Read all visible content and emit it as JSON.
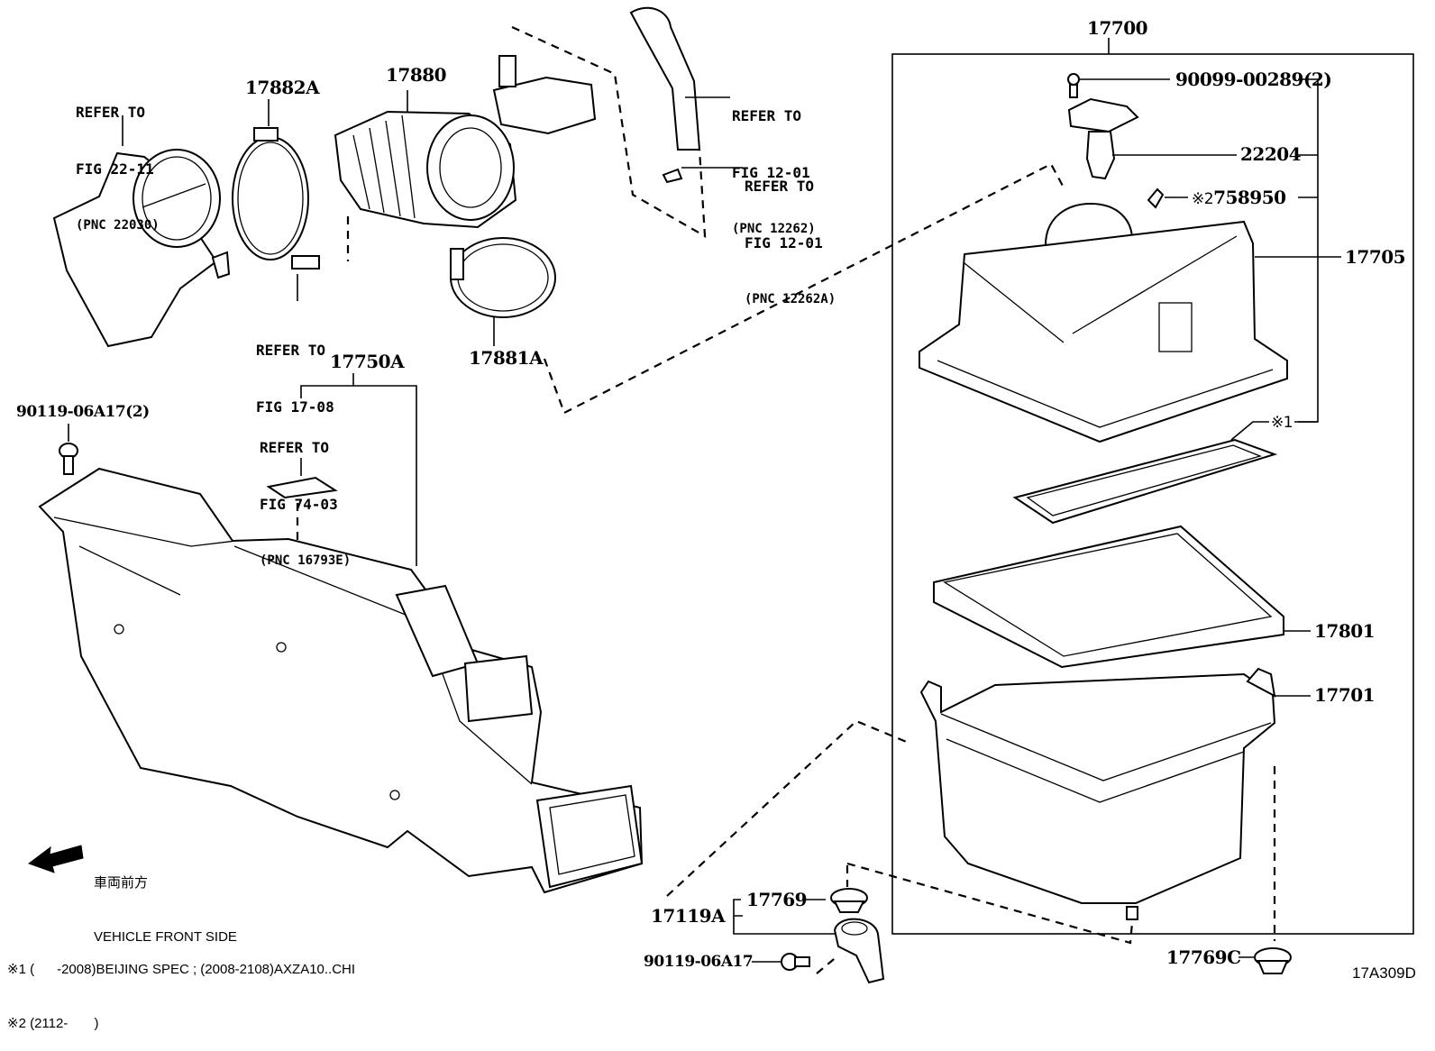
{
  "diagram": {
    "figure_code": "17A309D",
    "direction": {
      "label_jp": "車両前方",
      "label_en": "VEHICLE FRONT SIDE",
      "icon": "arrow-left-icon"
    },
    "parts": [
      {
        "id": "p17700",
        "number": "17700",
        "name": "air-cleaner-assembly"
      },
      {
        "id": "p90099",
        "number": "90099-00289(2)",
        "name": "screw"
      },
      {
        "id": "p22204",
        "number": "22204",
        "name": "mass-air-flow-meter"
      },
      {
        "id": "p758950",
        "number": "758950",
        "prefix": "※2",
        "name": "label"
      },
      {
        "id": "p17705",
        "number": "17705",
        "name": "air-cleaner-cap"
      },
      {
        "id": "pnote1",
        "number": "※1",
        "name": "gasket"
      },
      {
        "id": "p17801",
        "number": "17801",
        "name": "air-filter-element"
      },
      {
        "id": "p17701",
        "number": "17701",
        "name": "air-cleaner-case"
      },
      {
        "id": "p17769C",
        "number": "17769C",
        "name": "grommet"
      },
      {
        "id": "p17882A",
        "number": "17882A",
        "name": "hose-clamp"
      },
      {
        "id": "p17880",
        "number": "17880",
        "name": "intake-hose"
      },
      {
        "id": "p17881A",
        "number": "17881A",
        "name": "hose-clamp"
      },
      {
        "id": "p17750A",
        "number": "17750A",
        "name": "inlet-duct"
      },
      {
        "id": "p90119a",
        "number": "90119-06A17(2)",
        "name": "bolt"
      },
      {
        "id": "p17119A",
        "number": "17119A",
        "name": "bracket-sub-assembly"
      },
      {
        "id": "p17769",
        "number": "17769",
        "name": "grommet"
      },
      {
        "id": "p90119b",
        "number": "90119-06A17",
        "name": "bolt"
      }
    ],
    "references": [
      {
        "line1": "REFER TO",
        "line2": "FIG 22-11",
        "line3": "(PNC 22030)"
      },
      {
        "line1": "REFER TO",
        "line2": "FIG 12-01",
        "line3": "(PNC 12262)"
      },
      {
        "line1": "REFER TO",
        "line2": "FIG 12-01",
        "line3": "(PNC 12262A)"
      },
      {
        "line1": "REFER TO",
        "line2": "FIG 17-08",
        "line3": ""
      },
      {
        "line1": "REFER TO",
        "line2": "FIG 74-03",
        "line3": "(PNC 16793E)"
      }
    ],
    "notes": [
      "※1 (      -2008)BEIJING SPEC ; (2008-2108)AXZA10..CHI",
      "※2 (2112-       )"
    ]
  }
}
